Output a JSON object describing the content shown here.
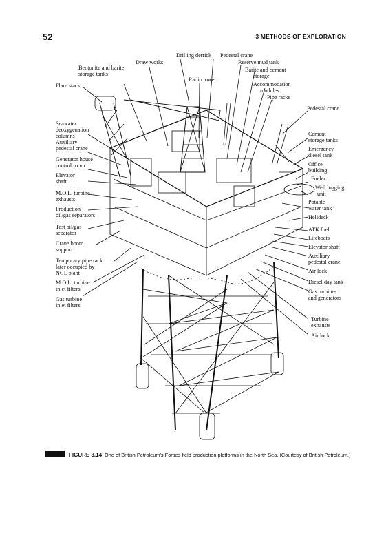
{
  "page": {
    "number": "52",
    "running_head": "3  METHODS OF EXPLORATION"
  },
  "figure": {
    "caption_label": "FIGURE 3.14",
    "caption_text": "One of British Petroleum's Forties field production platforms in the North Sea. (Courtesy of British Petroleum.)",
    "labels": [
      "Drilling derrick",
      "Pedestal crane",
      "Draw works",
      "Reserve mud tank",
      "Bentonite and barite",
      "storage tanks",
      "Barite and cement",
      "storage",
      "Radio tower",
      "Accommodation",
      "modules",
      "Pipe racks",
      "Flare stack",
      "Pedestal crane",
      "Seawater",
      "deoxygenation",
      "columns",
      "Cement",
      "storage tanks",
      "Auxiliary",
      "pedestal crane",
      "Emergency",
      "diesel tank",
      "Generator house",
      "control room",
      "Office",
      "building",
      "Elevator",
      "shaft",
      "Fueler",
      "M.O.L. turbine",
      "exhausts",
      "Well logging",
      "unit",
      "Production",
      "oil/gas separators",
      "Potable",
      "water tank",
      "Helideck",
      "Test oil/gas",
      "separator",
      "ATK fuel",
      "Crane boom",
      "support",
      "Lifeboats",
      "Elevator shaft",
      "Temporary pipe rack",
      "later occupied by",
      "NGL plant",
      "Auxiliary",
      "pedestal crane",
      "Air lock",
      "M.O.L. turbine",
      "inlet filters",
      "Diesel day tank",
      "Gas turbine",
      "inlet filters",
      "Gas turbines",
      "and generators",
      "Turbine",
      "exhausts",
      "Air lock"
    ]
  }
}
